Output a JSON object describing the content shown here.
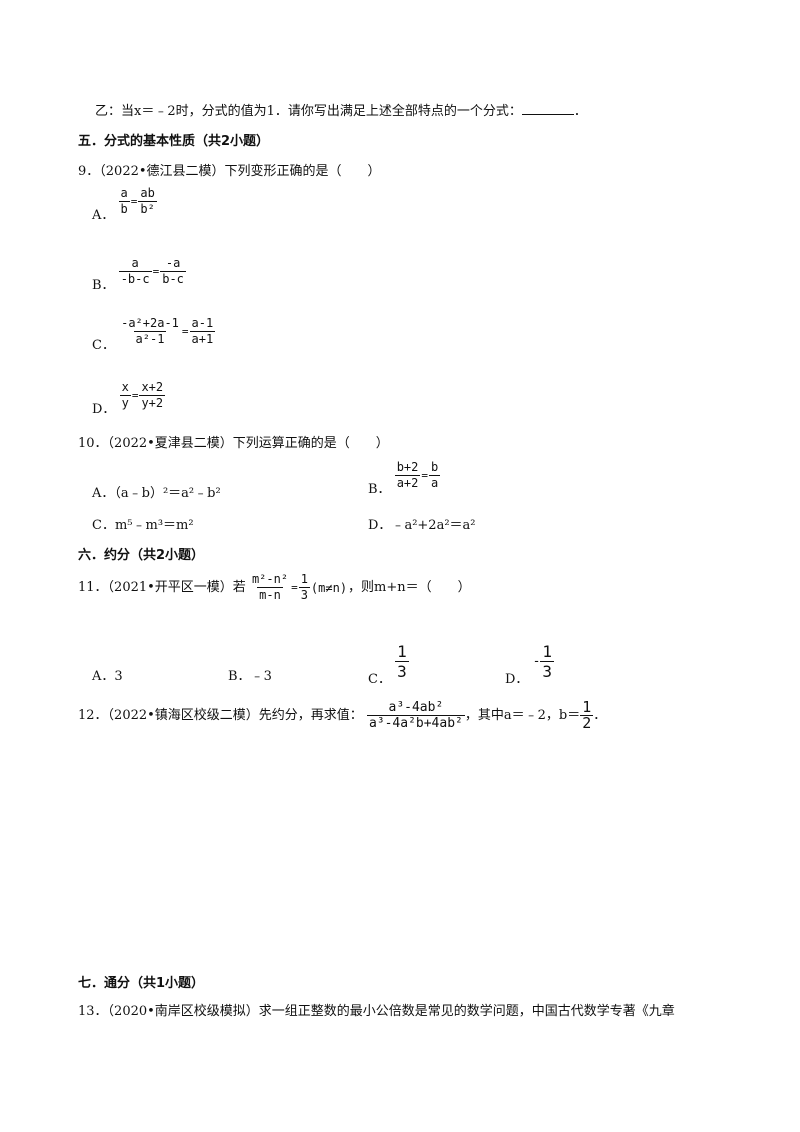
{
  "intro": {
    "line": "乙：当x＝﹣2时，分式的值为1．请你写出满足上述全部特点的一个分式：",
    "end": "．"
  },
  "sec5": {
    "title": "五．分式的基本性质（共2小题）"
  },
  "q9": {
    "stem": "9．（2022•德江县二模）下列变形正确的是（　　）",
    "A": {
      "label": "A．",
      "n1": "a",
      "d1": "b",
      "eq": "=",
      "n2": "ab",
      "d2": "b²"
    },
    "B": {
      "label": "B．",
      "n1": "a",
      "d1": "-b-c",
      "eq": "=",
      "n2": "-a",
      "d2": "b-c"
    },
    "C": {
      "label": "C．",
      "n1": "-a²+2a-1",
      "d1": "a²-1",
      "eq": "=",
      "n2": "a-1",
      "d2": "a+1"
    },
    "D": {
      "label": "D．",
      "n1": "x",
      "d1": "y",
      "eq": "=",
      "n2": "x+2",
      "d2": "y+2"
    }
  },
  "q10": {
    "stem": "10．（2022•夏津县二模）下列运算正确的是（　　）",
    "A": {
      "label": "A．",
      "text": "（a﹣b）²＝a²﹣b²"
    },
    "B": {
      "label": "B．",
      "n1": "b+2",
      "d1": "a+2",
      "eq": "=",
      "n2": "b",
      "d2": "a"
    },
    "C": {
      "label": "C．",
      "text": "m⁵﹣m³＝m²"
    },
    "D": {
      "label": "D．",
      "text": "﹣a²+2a²＝a²"
    }
  },
  "sec6": {
    "title": "六．约分（共2小题）"
  },
  "q11": {
    "stem_pre": "11．（2021•开平区一模）若",
    "n1": "m²-n²",
    "d1": "m-n",
    "eq": "=",
    "n2": "1",
    "d2": "3",
    "cond": "(m≠n)",
    "stem_post": "，则m+n＝（　　）",
    "A": {
      "label": "A．",
      "text": "3"
    },
    "B": {
      "label": "B．",
      "text": "﹣3"
    },
    "C": {
      "label": "C．",
      "n": "1",
      "d": "3"
    },
    "D": {
      "label": "D．",
      "sign": "-",
      "n": "1",
      "d": "3"
    }
  },
  "q12": {
    "stem_pre": "12．（2022•镇海区校级二模）先约分，再求值：",
    "n1": "a³-4ab²",
    "d1": "a³-4a²b+4ab²",
    "mid": "，其中a＝﹣2，b＝",
    "n2": "1",
    "d2": "2",
    "end": "．"
  },
  "sec7": {
    "title": "七．通分（共1小题）"
  },
  "q13": {
    "stem": "13．（2020•南岸区校级模拟）求一组正整数的最小公倍数是常见的数学问题，中国古代数学专著《九章"
  }
}
